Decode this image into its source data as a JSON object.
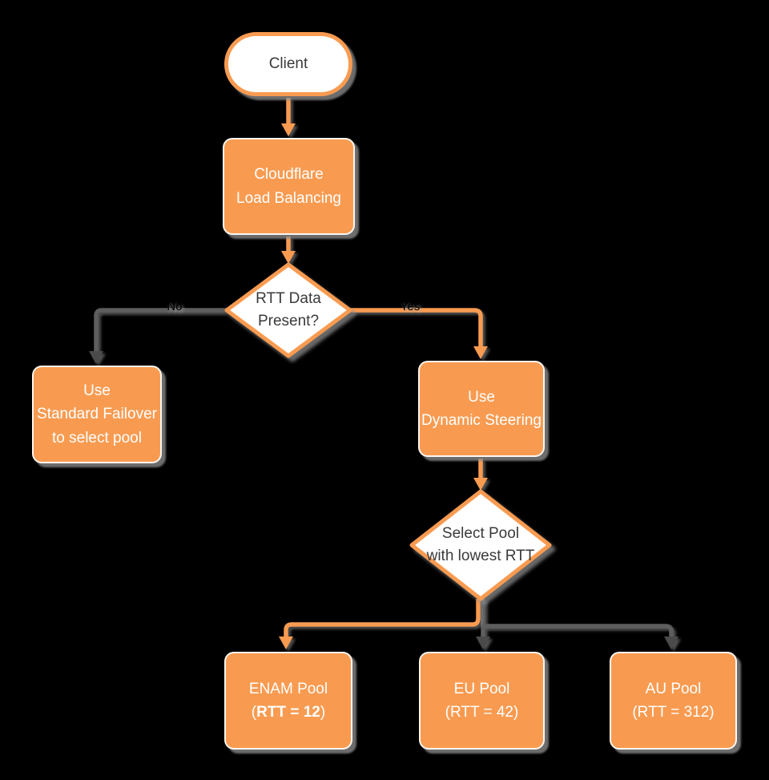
{
  "diagram": {
    "background": "#000000",
    "colors": {
      "orange": "#F89B51",
      "wire_gray": "#5E5E5E",
      "arrow_gray": "#4A4A4A",
      "shape_fill_white": "#FFFFFF",
      "text_on_orange": "#FFFFFF",
      "text_dark": "#3A3A3A",
      "shadow_gray": "#8C8C8C"
    },
    "nodes": {
      "client": {
        "type": "terminator",
        "label": "Client"
      },
      "load_balancing": {
        "type": "process",
        "line1": "Cloudflare",
        "line2": "Load Balancing"
      },
      "rtt_decision": {
        "type": "decision",
        "line1": "RTT Data",
        "line2": "Present?"
      },
      "standard_failover": {
        "type": "process",
        "line1": "Use",
        "line2": "Standard Failover",
        "line3": "to select pool"
      },
      "dynamic_steering": {
        "type": "process",
        "line1": "Use",
        "line2": "Dynamic Steering"
      },
      "select_pool": {
        "type": "decision",
        "line1": "Select Pool",
        "line2": "with lowest RTT"
      },
      "enam_pool": {
        "type": "process",
        "line1": "ENAM Pool",
        "line2_open": "(",
        "line2_bold": "RTT = 12",
        "line2_close": ")"
      },
      "eu_pool": {
        "type": "process",
        "line1": "EU Pool",
        "line2": "(RTT = 42)"
      },
      "au_pool": {
        "type": "process",
        "line1": "AU Pool",
        "line2": "(RTT = 312)"
      }
    },
    "edges": {
      "no_label": "No",
      "yes_label": "Yes"
    }
  }
}
